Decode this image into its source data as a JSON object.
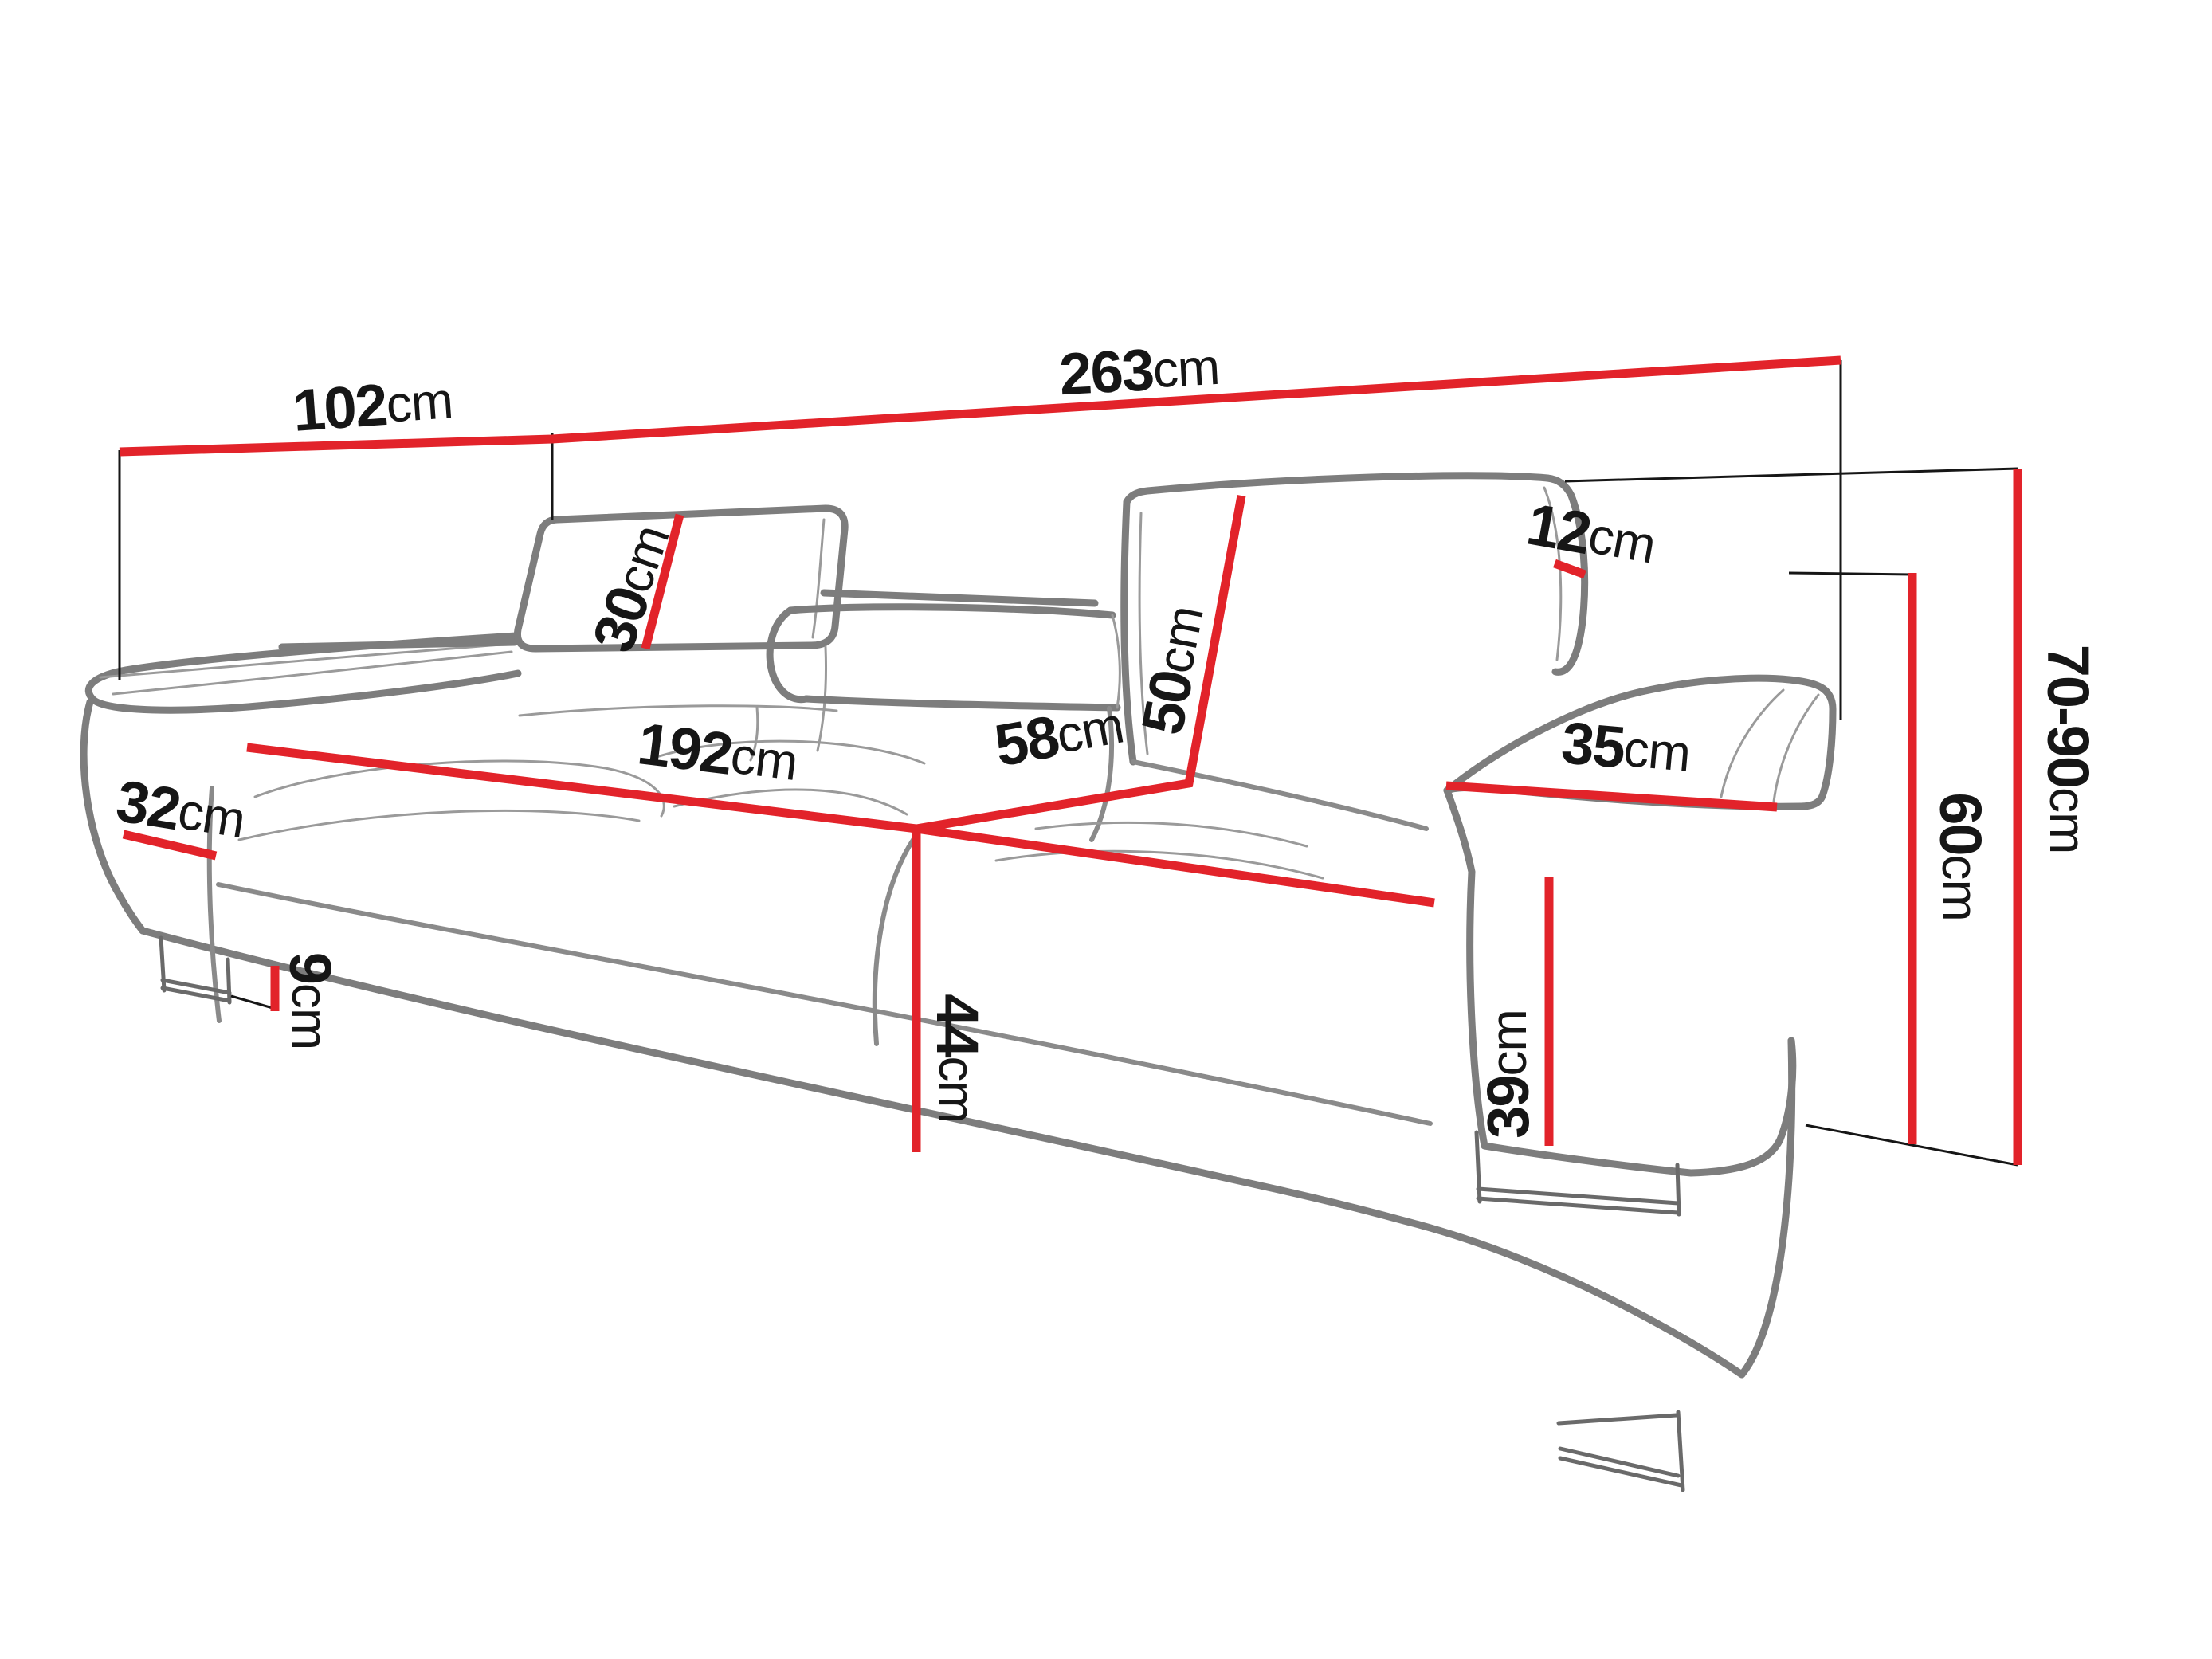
{
  "diagram": {
    "subject": "sofa-dimensions-line-drawing",
    "unit_system": "cm",
    "colors": {
      "dimension_line": "#e2232a",
      "sofa_outline": "#7d7d7d",
      "label_text": "#161616",
      "background": "#ffffff"
    }
  },
  "dimensions": {
    "overall_depth": {
      "value": "102",
      "unit": "cm"
    },
    "overall_width": {
      "value": "263",
      "unit": "cm"
    },
    "headrest_height": {
      "value": "30",
      "unit": "cm"
    },
    "backrest_height": {
      "value": "50",
      "unit": "cm"
    },
    "headrest_thickness": {
      "value": "12",
      "unit": "cm"
    },
    "adjustable_height": {
      "value": "70-90",
      "unit": "cm"
    },
    "left_armrest_width": {
      "value": "32",
      "unit": "cm"
    },
    "seat_width": {
      "value": "192",
      "unit": "cm"
    },
    "seat_depth": {
      "value": "58",
      "unit": "cm"
    },
    "right_armrest_width": {
      "value": "35",
      "unit": "cm"
    },
    "armrest_height": {
      "value": "60",
      "unit": "cm"
    },
    "leg_height": {
      "value": "9",
      "unit": "cm"
    },
    "seat_height": {
      "value": "44",
      "unit": "cm"
    },
    "armrest_front_height": {
      "value": "39",
      "unit": "cm"
    }
  }
}
